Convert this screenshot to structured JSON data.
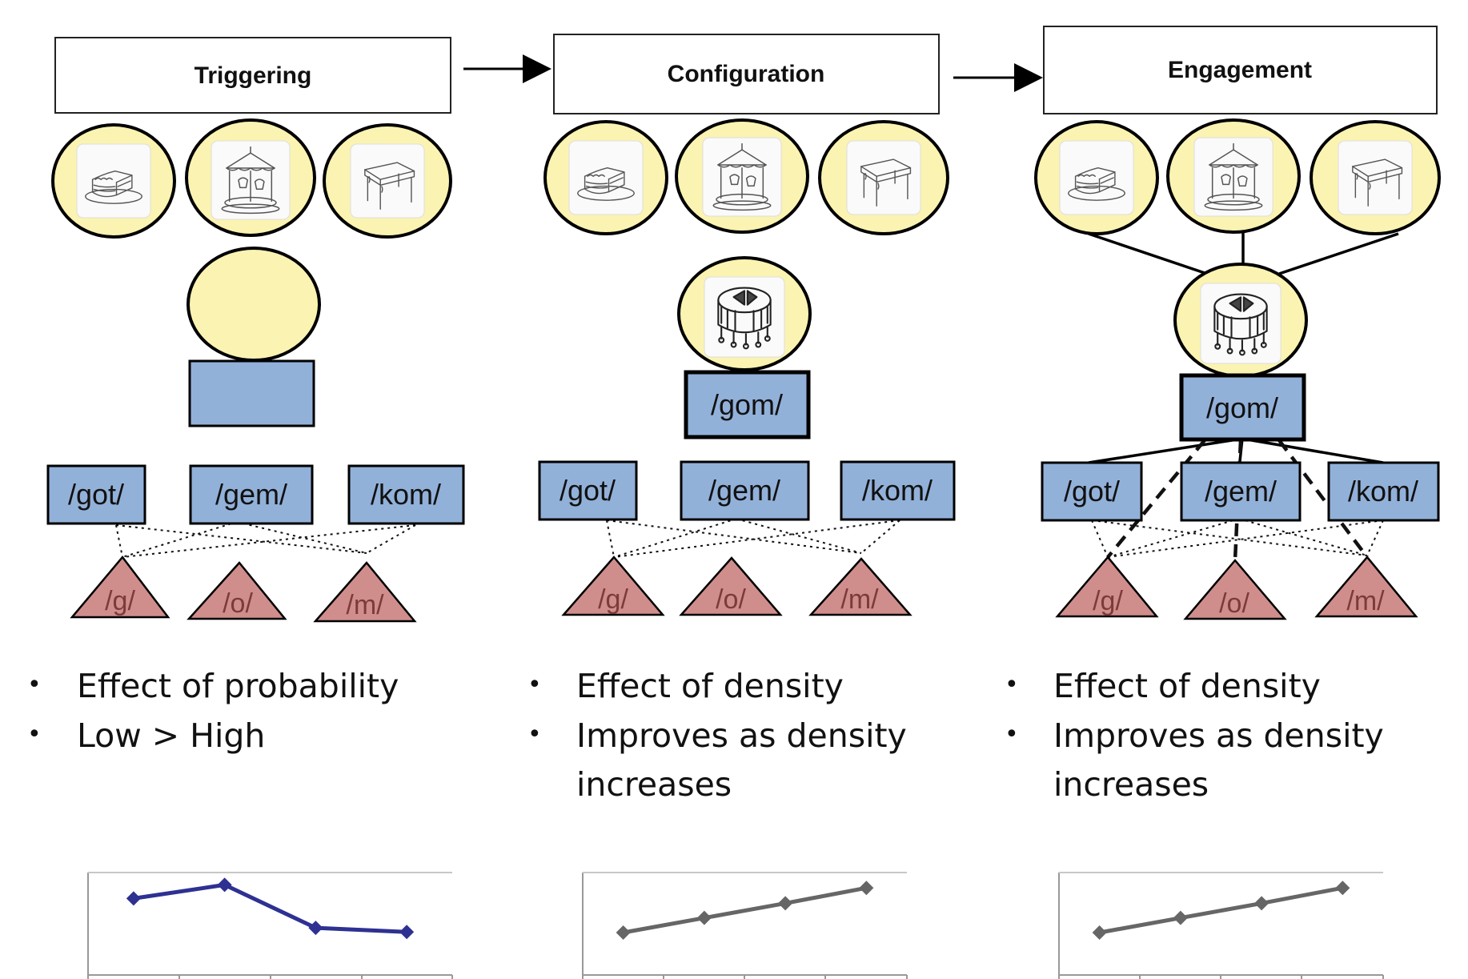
{
  "stages": [
    {
      "title": "Triggering",
      "center_word": "",
      "has_center_picture": false,
      "neighbors": [
        "/got/",
        "/gem/",
        "/kom/"
      ],
      "phonemes": [
        "/g/",
        "/o/",
        "/m/"
      ],
      "bullets": [
        "Effect of probability",
        "Low > High"
      ],
      "engaged": false
    },
    {
      "title": "Configuration",
      "center_word": "/gom/",
      "has_center_picture": true,
      "neighbors": [
        "/got/",
        "/gem/",
        "/kom/"
      ],
      "phonemes": [
        "/g/",
        "/o/",
        "/m/"
      ],
      "bullets": [
        "Effect of density",
        "Improves as density",
        "increases"
      ],
      "engaged": false
    },
    {
      "title": "Engagement",
      "center_word": "/gom/",
      "has_center_picture": true,
      "neighbors": [
        "/got/",
        "/gem/",
        "/kom/"
      ],
      "phonemes": [
        "/g/",
        "/o/",
        "/m/"
      ],
      "bullets": [
        "Effect of density",
        "Improves as density",
        "increases"
      ],
      "engaged": true
    }
  ],
  "object_pictures": [
    "cake-icon",
    "carousel-icon",
    "table-icon"
  ],
  "center_picture": "drum-object-icon",
  "colors": {
    "object_fill": "#fbf3b2",
    "word_fill": "#92b1d9",
    "phoneme_fill": "#cf8e8c",
    "phoneme_text": "#7d3a38",
    "series_blue": "#2e3192",
    "series_gray": "#666666"
  },
  "chart_data": [
    {
      "type": "line",
      "x": [
        1,
        2,
        3,
        4
      ],
      "series": [
        {
          "values": [
            0.62,
            0.82,
            0.19,
            0.13
          ]
        }
      ],
      "ylim": [
        -0.5,
        1.0
      ],
      "color": "#2e3192"
    },
    {
      "type": "line",
      "x": [
        1,
        2,
        3,
        4
      ],
      "series": [
        {
          "values": [
            0.18,
            0.38,
            0.58,
            0.79
          ]
        }
      ],
      "ylim": [
        -0.4,
        1.0
      ],
      "color": "#666666"
    },
    {
      "type": "line",
      "x": [
        1,
        2,
        3,
        4
      ],
      "series": [
        {
          "values": [
            0.18,
            0.38,
            0.58,
            0.79
          ]
        }
      ],
      "ylim": [
        -0.4,
        1.0
      ],
      "color": "#666666"
    }
  ]
}
